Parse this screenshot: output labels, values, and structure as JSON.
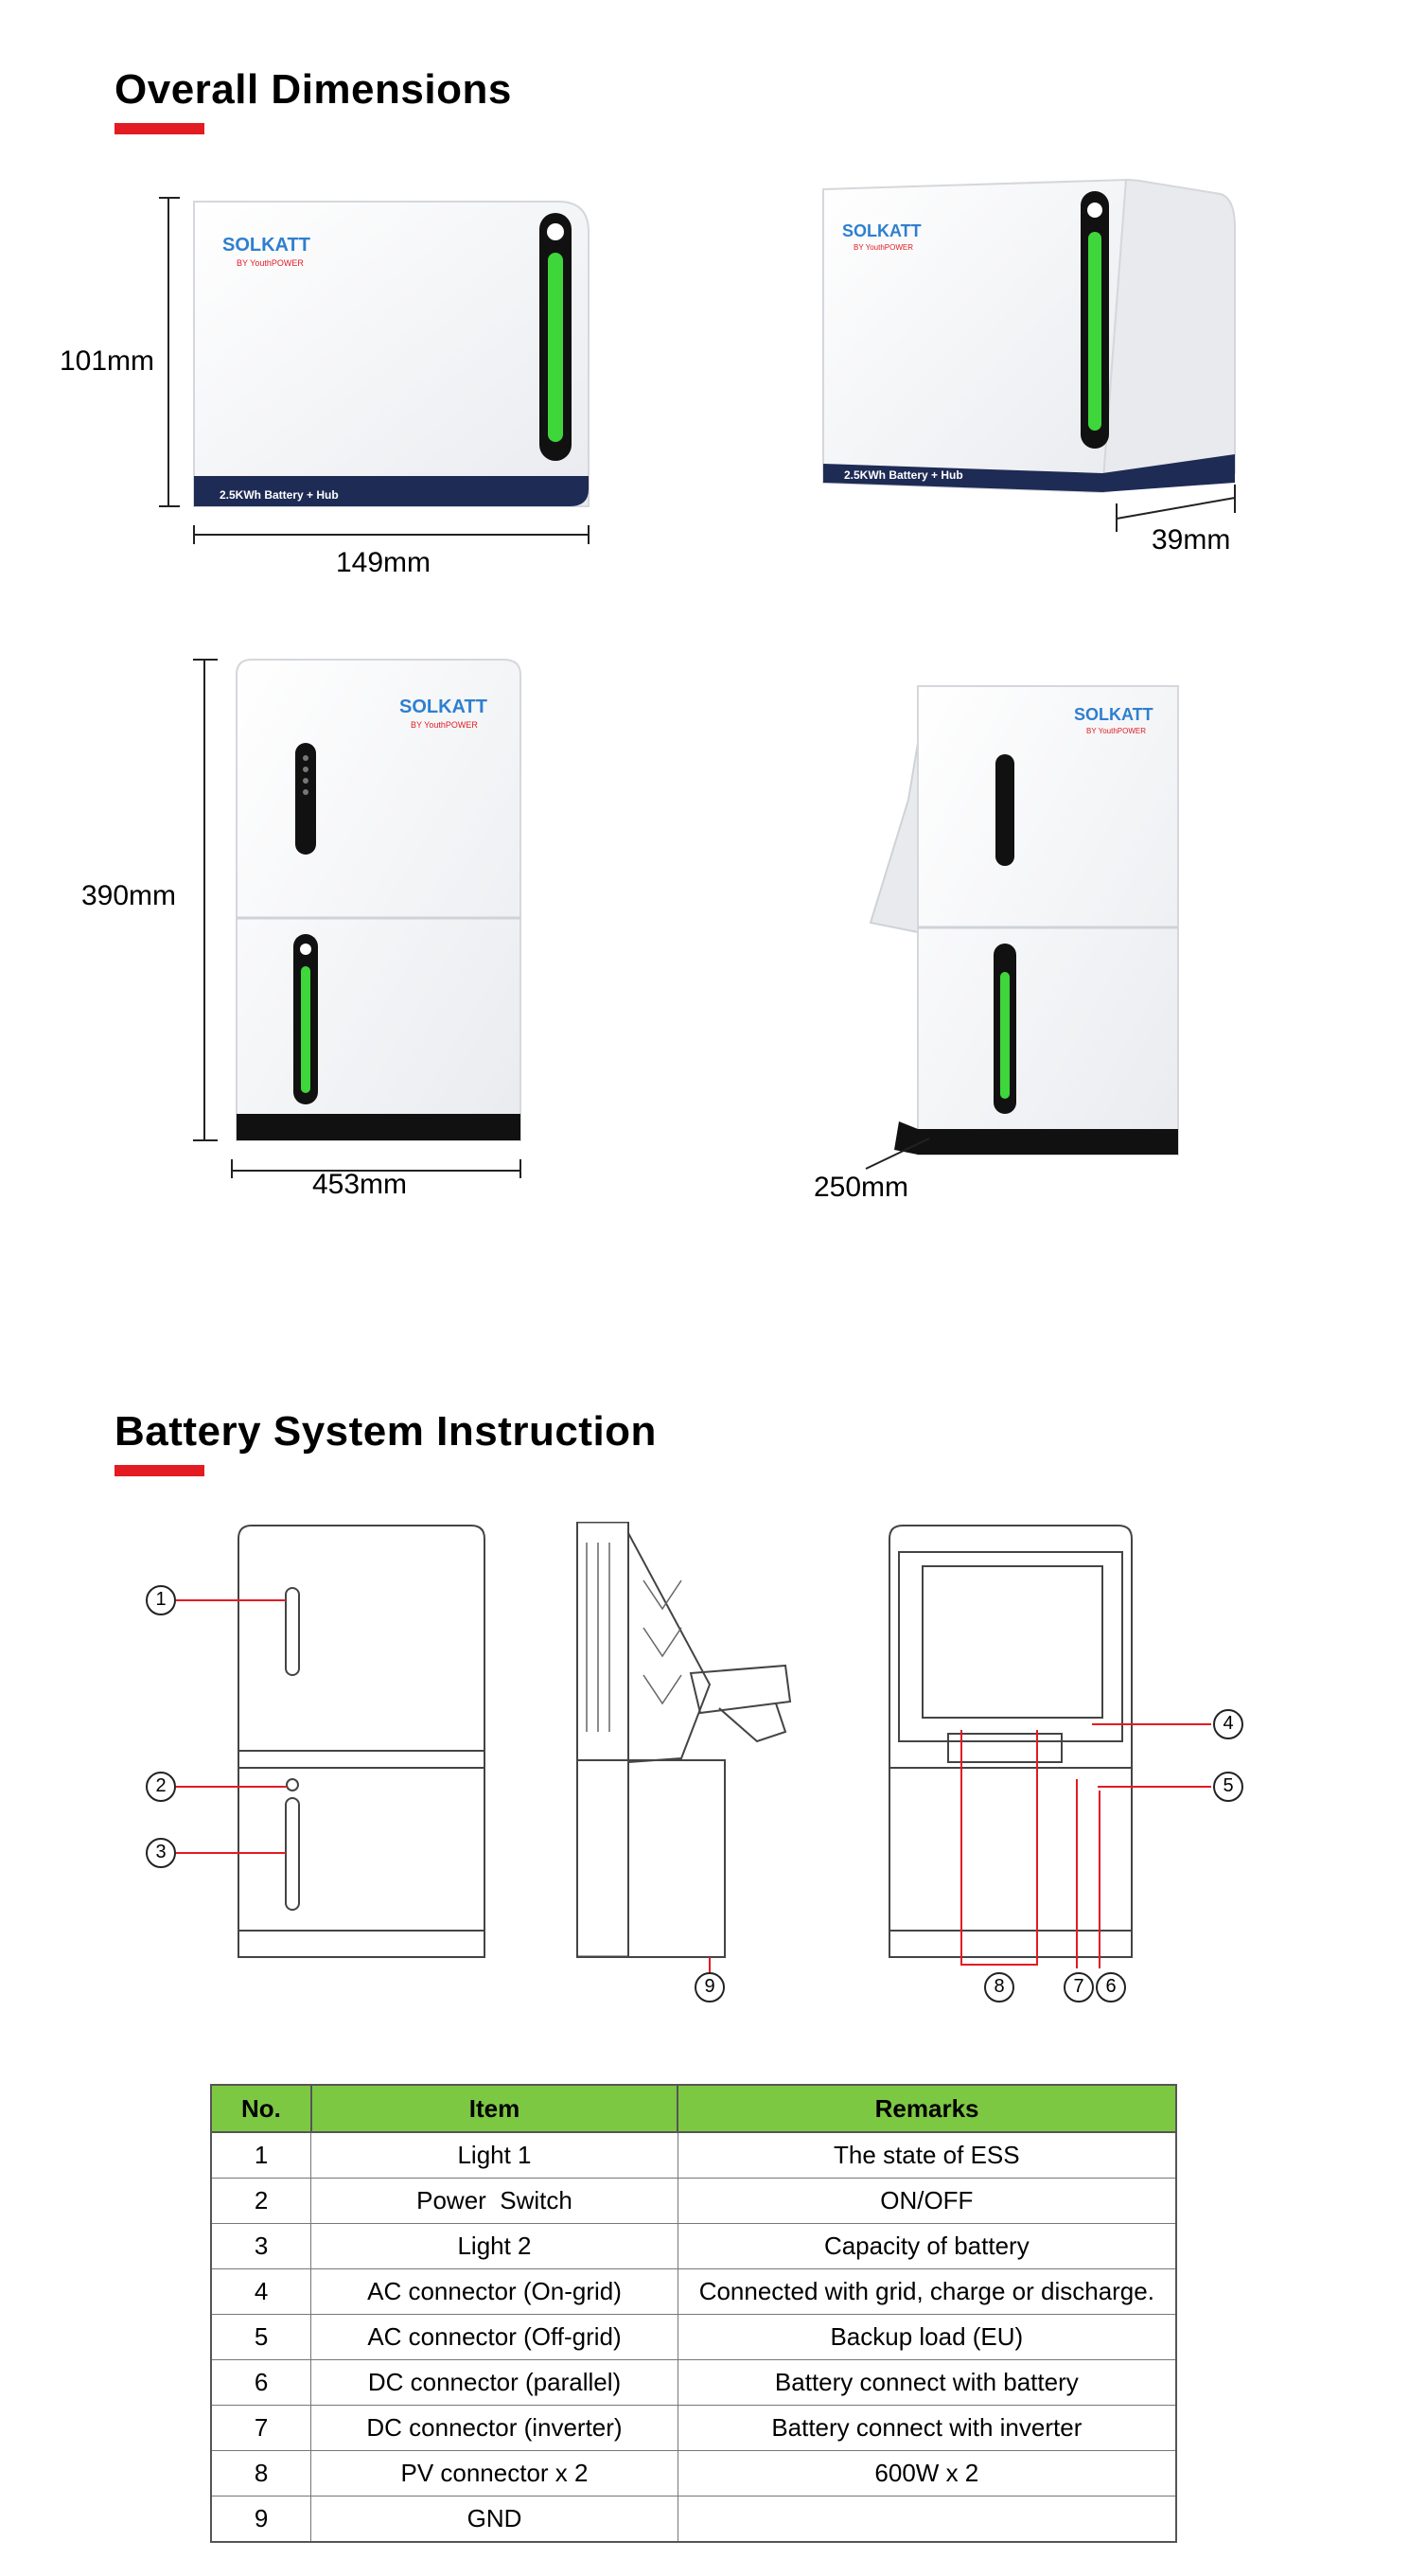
{
  "sections": {
    "dimensions_title": "Overall Dimensions",
    "instruction_title": "Battery System Instruction"
  },
  "dimensions": {
    "hub_height": "101mm",
    "hub_width": "149mm",
    "hub_depth": "39mm",
    "system_height": "390mm",
    "system_width": "453mm",
    "system_depth": "250mm"
  },
  "brand": {
    "logo_text": "SOLKATT",
    "sub_text": "BY YouthPOWER",
    "hub_label": "2.5KWh Battery + Hub"
  },
  "callouts": [
    "1",
    "2",
    "3",
    "4",
    "5",
    "6",
    "7",
    "8",
    "9"
  ],
  "table": {
    "headers": [
      "No.",
      "Item",
      "Remarks"
    ],
    "rows": [
      [
        "1",
        "Light 1",
        "The state of ESS"
      ],
      [
        "2",
        "Power  Switch",
        "ON/OFF"
      ],
      [
        "3",
        "Light 2",
        "Capacity of battery"
      ],
      [
        "4",
        "AC connector (On-grid)",
        "Connected with grid, charge or discharge."
      ],
      [
        "5",
        "AC connector (Off-grid)",
        "Backup load (EU)"
      ],
      [
        "6",
        "DC connector (parallel)",
        "Battery connect with battery"
      ],
      [
        "7",
        "DC connector (inverter)",
        "Battery connect with inverter"
      ],
      [
        "8",
        "PV connector x 2",
        "600W x 2"
      ],
      [
        "9",
        "GND",
        ""
      ]
    ]
  },
  "colors": {
    "accent_red": "#e31b23",
    "header_green": "#7dc843",
    "light_green": "#3ed63a",
    "navy": "#1e2b55"
  }
}
